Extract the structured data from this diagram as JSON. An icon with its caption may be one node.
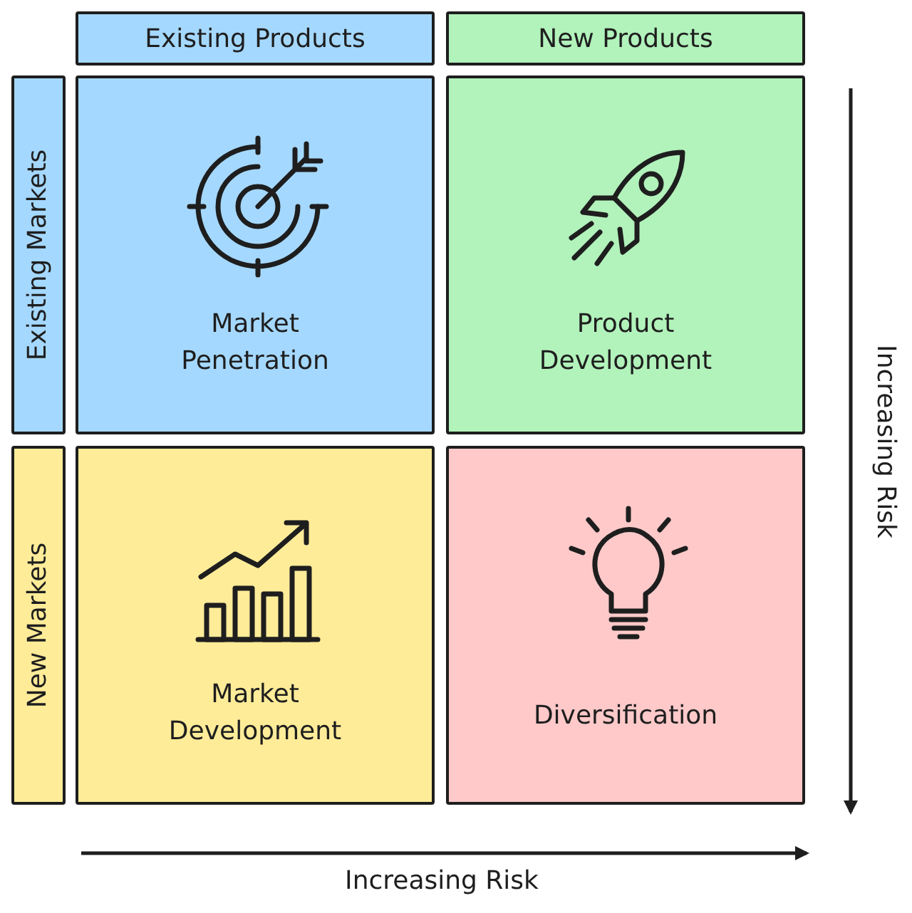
{
  "diagram": {
    "nodes": [
      {
        "text": [
          "Existing Products"
        ]
      },
      {
        "text": [
          "New Products"
        ]
      },
      {
        "text": [
          "Existing Markets"
        ]
      },
      {
        "text": [
          "New Markets"
        ]
      },
      {
        "text": [
          "Market Penetration"
        ]
      },
      {
        "text": [
          "Product Development"
        ]
      },
      {
        "text": [
          "Market Development"
        ]
      },
      {
        "text": [
          "Diversification"
        ]
      }
    ],
    "labels": [
      "Increasing Risk",
      "Increasing Risk"
    ]
  }
}
